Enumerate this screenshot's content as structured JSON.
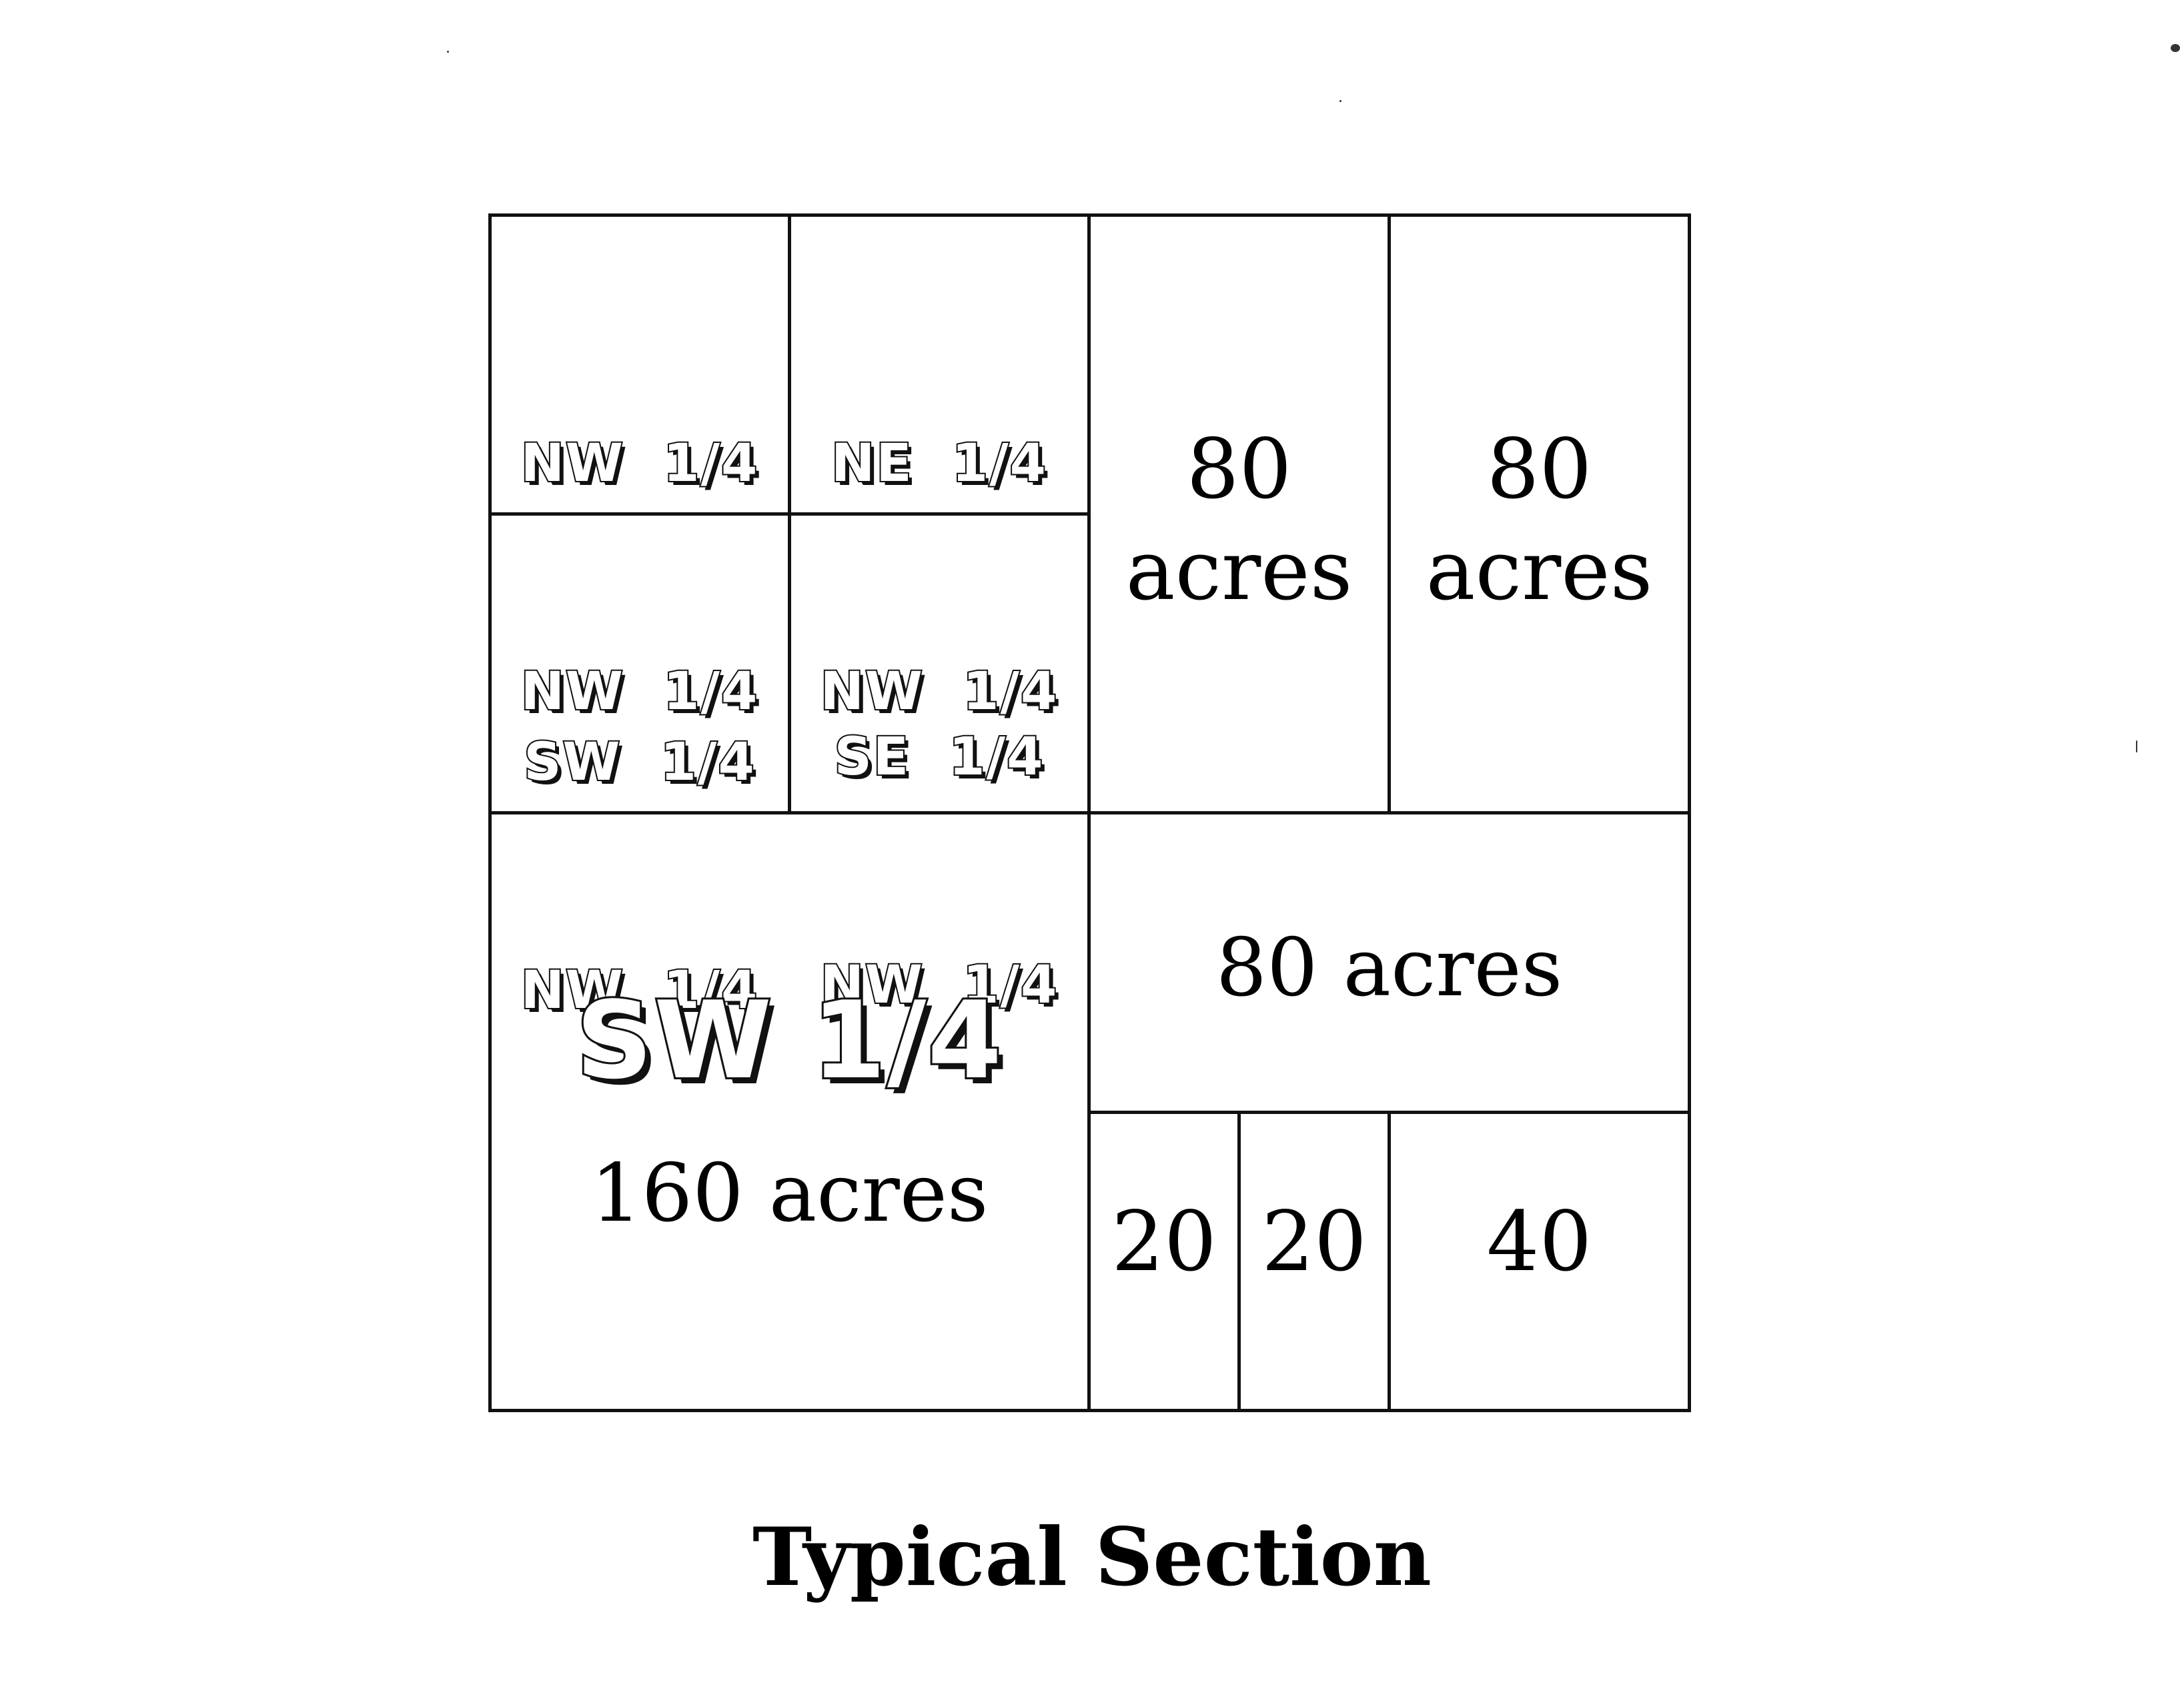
{
  "title": "Typical Section",
  "parcels": {
    "nw_nw": {
      "line1": "NW  1/4",
      "line2": "NW  1/4"
    },
    "ne_nw": {
      "line1": "NE  1/4",
      "line2": "NW  1/4"
    },
    "sw_nw": {
      "line1": "SW  1/4",
      "line2": "NW  1/4"
    },
    "se_nw": {
      "line1": "SE  1/4",
      "line2": "NW  1/4"
    },
    "n_half_ne_left": {
      "value": "80",
      "unit": "acres"
    },
    "n_half_ne_right": {
      "value": "80",
      "unit": "acres"
    },
    "sw_quarter": {
      "label": "SW 1/4",
      "acres": "160 acres"
    },
    "se_north_half": {
      "label": "80 acres"
    },
    "se_small_1": {
      "value": "20"
    },
    "se_small_2": {
      "value": "20"
    },
    "se_small_3": {
      "value": "40"
    }
  }
}
